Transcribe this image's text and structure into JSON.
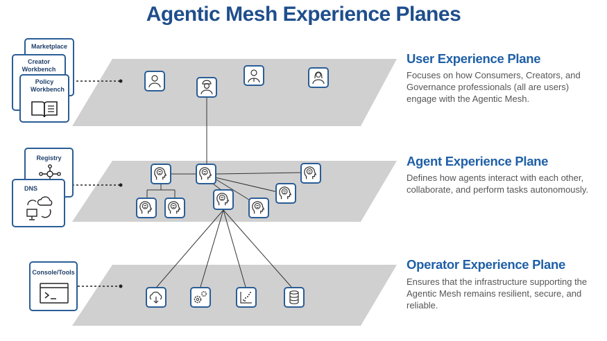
{
  "title": "Agentic Mesh Experience Planes",
  "planes": [
    {
      "title": "User Experience Plane",
      "description": "Focuses on how Consumers, Creators, and Governance professionals (all are users) engage with the Agentic Mesh."
    },
    {
      "title": "Agent Experience Plane",
      "description": "Defines how agents interact with each other, collaborate, and perform tasks autonomously."
    },
    {
      "title": "Operator Experience Plane",
      "description": "Ensures that the infrastructure supporting the Agentic Mesh remains resilient, secure, and reliable."
    }
  ],
  "cards": {
    "marketplace": "Marketplace",
    "creator": "Creator Workbench",
    "policy": "Policy Workbench",
    "registry": "Registry",
    "dns": "DNS",
    "console": "Console/Tools"
  },
  "icons": {
    "user_plane": [
      "user-icon",
      "worker-icon",
      "businessman-icon",
      "woman-user-icon"
    ],
    "agent_plane": "agent-brain-icon",
    "operator_plane": [
      "cloud-download-icon",
      "gears-icon",
      "scatter-chart-icon",
      "database-icon"
    ]
  },
  "colors": {
    "title": "#1f4e8c",
    "plane_title": "#1f5fa6",
    "plane_fill": "#d0d0d0",
    "icon_border": "#2a5d96"
  }
}
